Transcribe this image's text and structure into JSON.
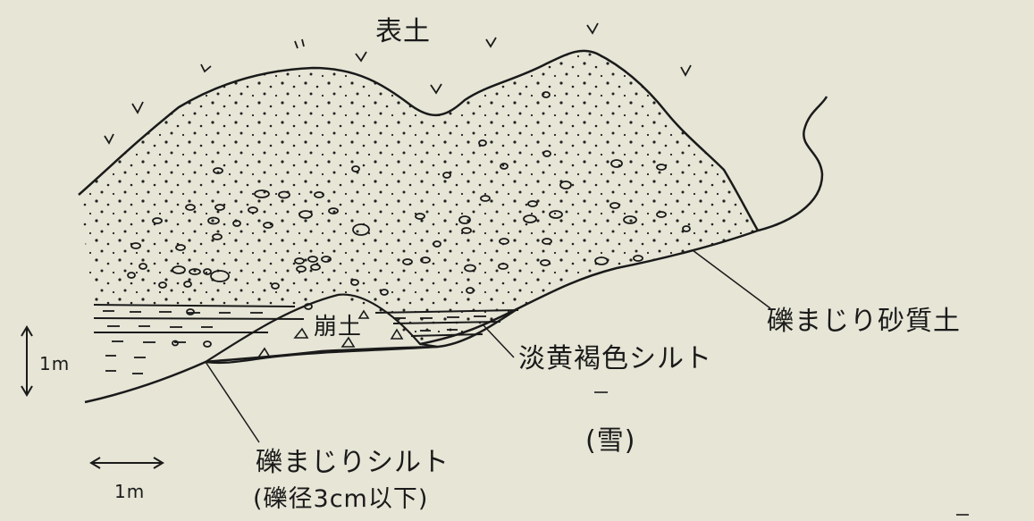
{
  "labels": {
    "topsoil": "表土",
    "gravelly_sandy_soil": "礫まじり砂質土",
    "pale_yellow_brown_silt": "淡黄褐色シルト",
    "collapse_soil": "崩土",
    "gravelly_silt": "礫まじりシルト",
    "gravel_size_note": "(礫径3cm以下)",
    "snow": "(雪)",
    "scale_vertical": "1m",
    "scale_horizontal": "1m"
  },
  "colors": {
    "paper": "#e6e5d6",
    "ink": "#1a1a1a"
  }
}
